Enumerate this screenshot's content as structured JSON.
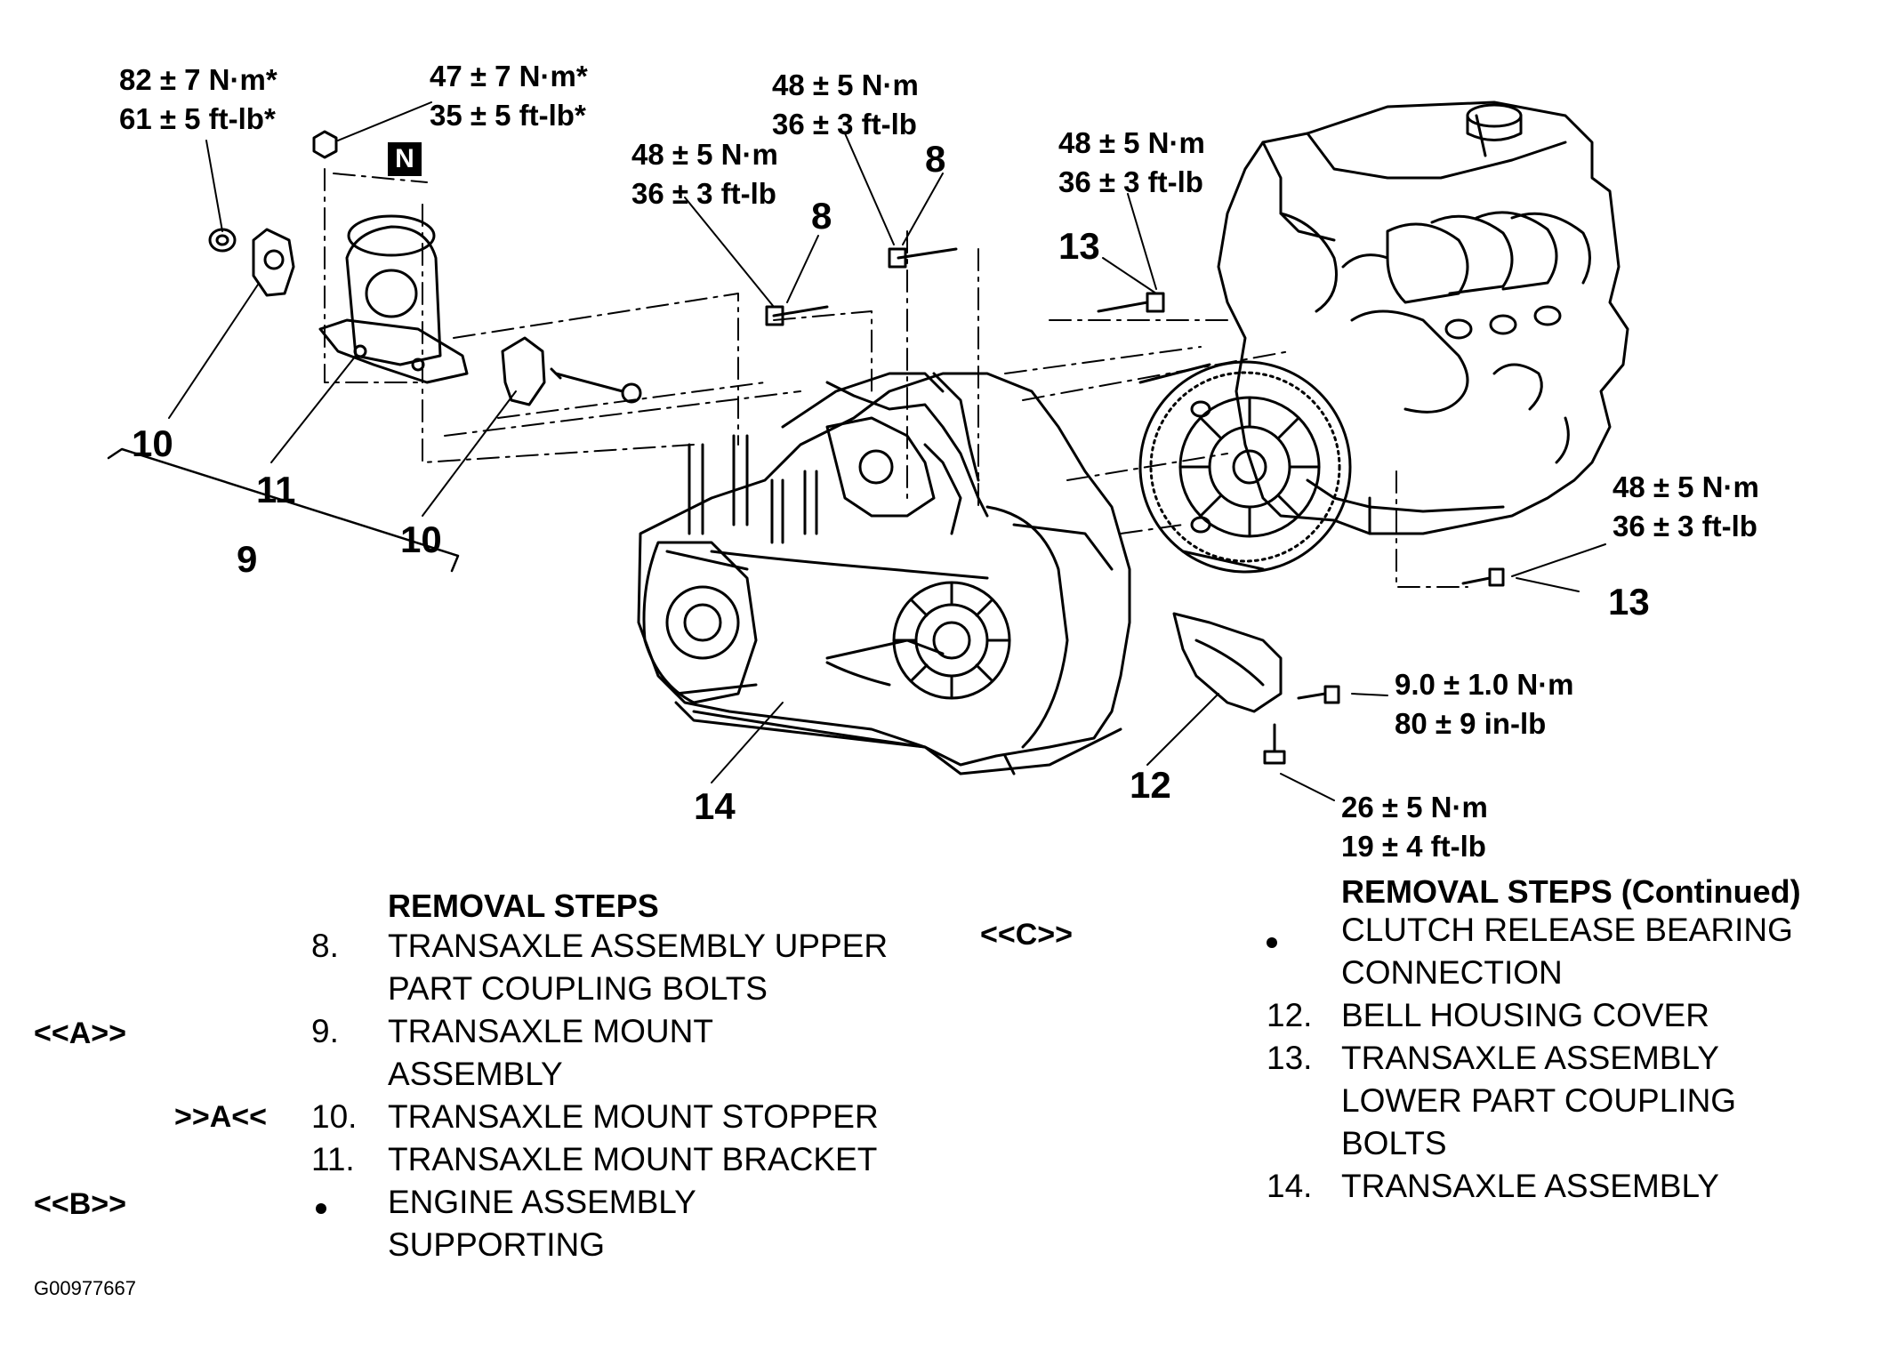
{
  "torques": {
    "t82": [
      "82 ± 7 N·m*",
      "61 ± 5 ft-lb*"
    ],
    "t47": [
      "47 ± 7 N·m*",
      "35 ± 5 ft-lb*"
    ],
    "t48a": [
      "48 ± 5 N·m",
      "36 ± 3 ft-lb"
    ],
    "t48b": [
      "48 ± 5 N·m",
      "36 ± 3 ft-lb"
    ],
    "t48c": [
      "48 ± 5 N·m",
      "36 ± 3 ft-lb"
    ],
    "t48d": [
      "48 ± 5 N·m",
      "36 ± 3 ft-lb"
    ],
    "t9": [
      "9.0 ± 1.0 N·m",
      "80 ± 9 in-lb"
    ],
    "t26": [
      "26 ± 5 N·m",
      "19 ± 4 ft-lb"
    ]
  },
  "nut_badge": "N",
  "callouts": {
    "c8a": "8",
    "c8b": "8",
    "c13a": "13",
    "c13b": "13",
    "c10a": "10",
    "c10b": "10",
    "c11": "11",
    "c9": "9",
    "c12": "12",
    "c14": "14"
  },
  "removal_steps": {
    "heading": "REMOVAL STEPS",
    "items": [
      {
        "marker": "",
        "number": "8.",
        "lines": [
          "TRANSAXLE ASSEMBLY UPPER",
          "PART COUPLING BOLTS"
        ]
      },
      {
        "marker": "<<A>>",
        "number": "9.",
        "lines": [
          "TRANSAXLE MOUNT",
          "ASSEMBLY"
        ]
      },
      {
        "marker": ">>A<<",
        "number": "10.",
        "lines": [
          "TRANSAXLE MOUNT STOPPER"
        ]
      },
      {
        "marker": "",
        "number": "11.",
        "lines": [
          "TRANSAXLE MOUNT BRACKET"
        ]
      },
      {
        "marker": "<<B>>",
        "number": "bullet",
        "lines": [
          "ENGINE ASSEMBLY",
          "SUPPORTING"
        ]
      }
    ]
  },
  "removal_steps_continued": {
    "heading": "REMOVAL STEPS (Continued)",
    "items": [
      {
        "marker": "<<C>>",
        "number": "bullet",
        "lines": [
          "CLUTCH RELEASE BEARING",
          "CONNECTION"
        ]
      },
      {
        "marker": "",
        "number": "12.",
        "lines": [
          "BELL HOUSING COVER"
        ]
      },
      {
        "marker": "",
        "number": "13.",
        "lines": [
          "TRANSAXLE ASSEMBLY",
          "LOWER PART COUPLING",
          "BOLTS"
        ]
      },
      {
        "marker": "",
        "number": "14.",
        "lines": [
          "TRANSAXLE ASSEMBLY"
        ]
      }
    ]
  },
  "figure_code": "G00977667",
  "colors": {
    "ink": "#000000",
    "paper": "#ffffff"
  }
}
